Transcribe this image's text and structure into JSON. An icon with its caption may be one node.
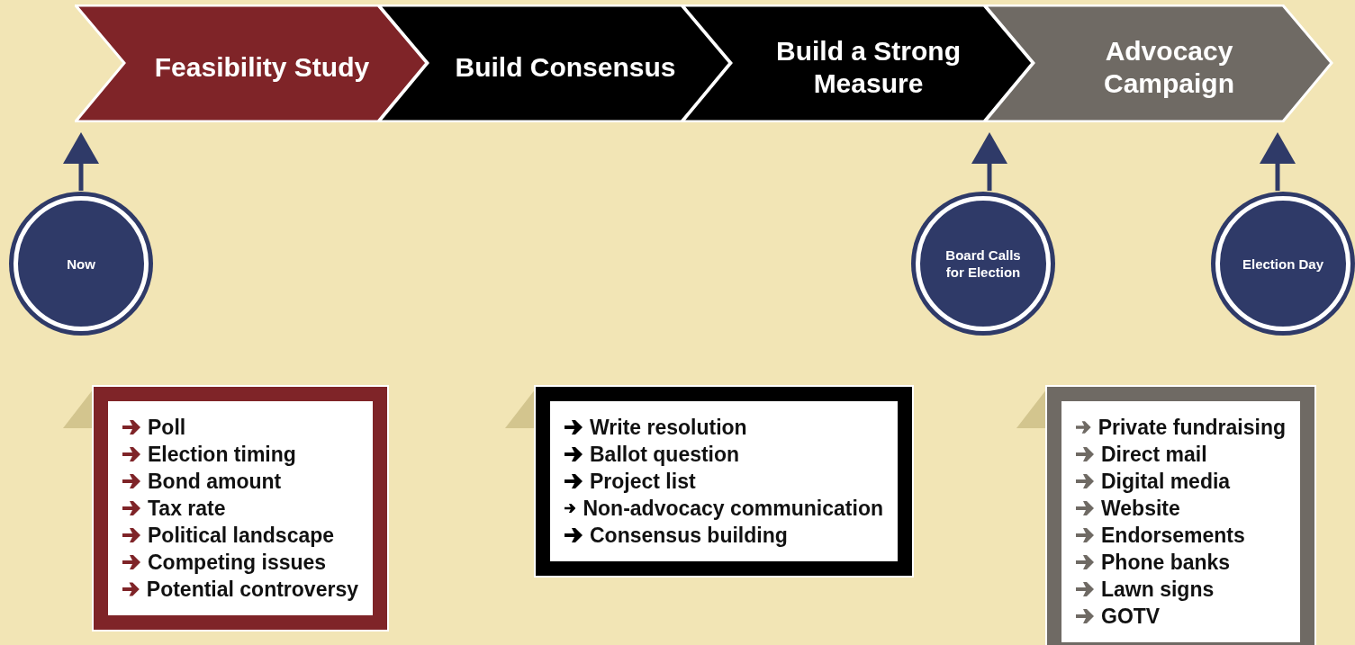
{
  "diagram": {
    "nodes": [
      {
        "text": [
          "Feasibility Study"
        ]
      },
      {
        "text": [
          "Build Consensus"
        ]
      },
      {
        "text": [
          "Build a Strong Measure"
        ]
      },
      {
        "text": [
          "Advocacy Campaign"
        ]
      },
      {
        "text": [
          "Now"
        ]
      },
      {
        "text": [
          "Board Calls for Election"
        ]
      },
      {
        "text": [
          "Election Day"
        ]
      },
      {
        "text": [
          "Poll",
          "Election timing",
          "Bond amount",
          "Tax rate",
          "Political landscape",
          "Competing issues",
          "Potential controversy"
        ]
      },
      {
        "text": [
          "Write resolution",
          "Ballot question",
          "Project list",
          "Non-advocacy communication",
          "Consensus building"
        ]
      },
      {
        "text": [
          "Private fundraising",
          "Direct mail",
          "Digital media",
          "Website",
          "Endorsements",
          "Phone banks",
          "Lawn signs",
          "GOTV"
        ]
      }
    ],
    "edges": [
      {
        "from": 4,
        "to": 0,
        "arrow": "to"
      },
      {
        "from": 5,
        "to": 3,
        "arrow": "to"
      },
      {
        "from": 6,
        "to": 3,
        "arrow": "to"
      }
    ]
  }
}
